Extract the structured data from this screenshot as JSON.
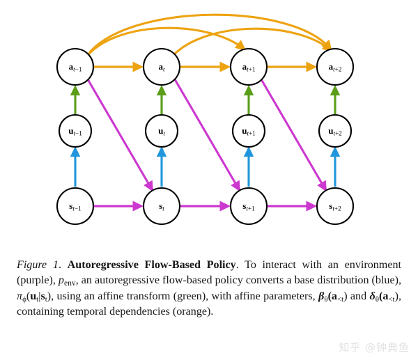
{
  "figure": {
    "nodes": [
      {
        "id": "a_t-1",
        "sym": "a",
        "sub_var": "t",
        "sub_op": "−1",
        "row": "action",
        "col": 0
      },
      {
        "id": "a_t",
        "sym": "a",
        "sub_var": "t",
        "sub_op": "",
        "row": "action",
        "col": 1
      },
      {
        "id": "a_t+1",
        "sym": "a",
        "sub_var": "t",
        "sub_op": "+1",
        "row": "action",
        "col": 2
      },
      {
        "id": "a_t+2",
        "sym": "a",
        "sub_var": "t",
        "sub_op": "+2",
        "row": "action",
        "col": 3
      },
      {
        "id": "u_t-1",
        "sym": "u",
        "sub_var": "t",
        "sub_op": "−1",
        "row": "base",
        "col": 0
      },
      {
        "id": "u_t",
        "sym": "u",
        "sub_var": "t",
        "sub_op": "",
        "row": "base",
        "col": 1
      },
      {
        "id": "u_t+1",
        "sym": "u",
        "sub_var": "t",
        "sub_op": "+1",
        "row": "base",
        "col": 2
      },
      {
        "id": "u_t+2",
        "sym": "u",
        "sub_var": "t",
        "sub_op": "+2",
        "row": "base",
        "col": 3
      },
      {
        "id": "s_t-1",
        "sym": "s",
        "sub_var": "t",
        "sub_op": "−1",
        "row": "state",
        "col": 0
      },
      {
        "id": "s_t",
        "sym": "s",
        "sub_var": "t",
        "sub_op": "",
        "row": "state",
        "col": 1
      },
      {
        "id": "s_t+1",
        "sym": "s",
        "sub_var": "t",
        "sub_op": "+1",
        "row": "state",
        "col": 2
      },
      {
        "id": "s_t+2",
        "sym": "s",
        "sub_var": "t",
        "sub_op": "+2",
        "row": "state",
        "col": 3
      }
    ],
    "edges": {
      "orange_straight": [
        {
          "from": "a_t-1",
          "to": "a_t"
        },
        {
          "from": "a_t",
          "to": "a_t+1"
        },
        {
          "from": "a_t+1",
          "to": "a_t+2"
        }
      ],
      "orange_curved": [
        {
          "from": "a_t-1",
          "to": "a_t+1"
        },
        {
          "from": "a_t-1",
          "to": "a_t+2"
        },
        {
          "from": "a_t",
          "to": "a_t+2"
        }
      ],
      "green_vertical": [
        {
          "from": "u_t-1",
          "to": "a_t-1"
        },
        {
          "from": "u_t",
          "to": "a_t"
        },
        {
          "from": "u_t+1",
          "to": "a_t+1"
        },
        {
          "from": "u_t+2",
          "to": "a_t+2"
        }
      ],
      "blue_vertical": [
        {
          "from": "s_t-1",
          "to": "u_t-1"
        },
        {
          "from": "s_t",
          "to": "u_t"
        },
        {
          "from": "s_t+1",
          "to": "u_t+1"
        },
        {
          "from": "s_t+2",
          "to": "u_t+2"
        }
      ],
      "purple_horizontal": [
        {
          "from": "s_t-1",
          "to": "s_t"
        },
        {
          "from": "s_t",
          "to": "s_t+1"
        },
        {
          "from": "s_t+1",
          "to": "s_t+2"
        }
      ],
      "purple_diagonal": [
        {
          "from": "a_t-1",
          "to": "s_t"
        },
        {
          "from": "a_t",
          "to": "s_t+1"
        },
        {
          "from": "a_t+1",
          "to": "s_t+2"
        }
      ]
    },
    "colors": {
      "orange": "#eda310",
      "green": "#5a9e18",
      "blue": "#2196dd",
      "purple": "#cc38cf",
      "node_stroke": "#000000",
      "node_fill": "#ffffff"
    }
  },
  "caption": {
    "figure_number": "Figure 1",
    "separator": ".",
    "title": "Autoregressive Flow-Based Policy",
    "seg1": ". To interact with an environment (purple), ",
    "p_env": "p",
    "p_env_sub": "env",
    "seg2": ", an autoregressive flow-based policy converts a base distribution (blue), ",
    "pi": "π",
    "pi_sub": "ϕ",
    "pi_args_open": "(",
    "pi_u": "u",
    "pi_u_sub": "t",
    "pi_bar": "|",
    "pi_s": "s",
    "pi_s_sub": "t",
    "pi_args_close": ")",
    "seg3": ", using an affine transform (green), with affine parameters, ",
    "beta": "β",
    "beta_sub": "θ",
    "beta_args": "(a",
    "beta_args_sub": "<t",
    "beta_args_close": ")",
    "seg4": " and ",
    "delta": "δ",
    "delta_sub": "θ",
    "delta_args": "(a",
    "delta_args_sub": "<t",
    "delta_args_close": ")",
    "seg5": ", containing temporal dependencies (orange)."
  },
  "watermark": {
    "text": "知乎 @钟典鱼"
  }
}
